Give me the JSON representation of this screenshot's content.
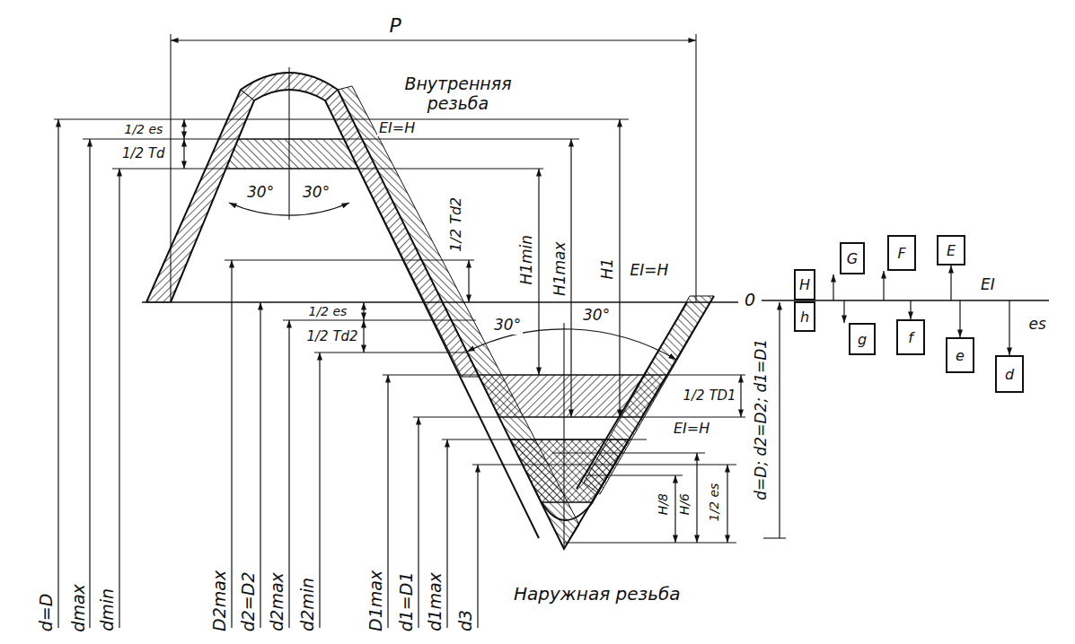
{
  "diagram": {
    "nodes": [
      {
        "text": [
          "H"
        ]
      },
      {
        "text": [
          "G"
        ]
      },
      {
        "text": [
          "F"
        ]
      },
      {
        "text": [
          "E"
        ]
      },
      {
        "text": [
          "h"
        ]
      },
      {
        "text": [
          "g"
        ]
      },
      {
        "text": [
          "f"
        ]
      },
      {
        "text": [
          "e"
        ]
      },
      {
        "text": [
          "d"
        ]
      }
    ],
    "labels": [
      "P",
      "Внутренняя резьба",
      "1/2 es",
      "EI=H",
      "1/2 Td",
      "30°",
      "30°",
      "1/2 Td2",
      "H1min",
      "H1max",
      "H1",
      "EI=H",
      "0",
      "1/2 es",
      "30°",
      "30°",
      "1/2 Td2",
      "1/2 TD1",
      "EI=H",
      "H/8",
      "H/6",
      "1/2 es",
      "d=D; d2=D2; d1=D1",
      "d=D",
      "dmax",
      "dmin",
      "D2max",
      "d2=D2",
      "d2max",
      "d2min",
      "D1max",
      "d1=D1",
      "d1max",
      "d3",
      "Наружная резьба",
      "EI",
      "es"
    ]
  }
}
